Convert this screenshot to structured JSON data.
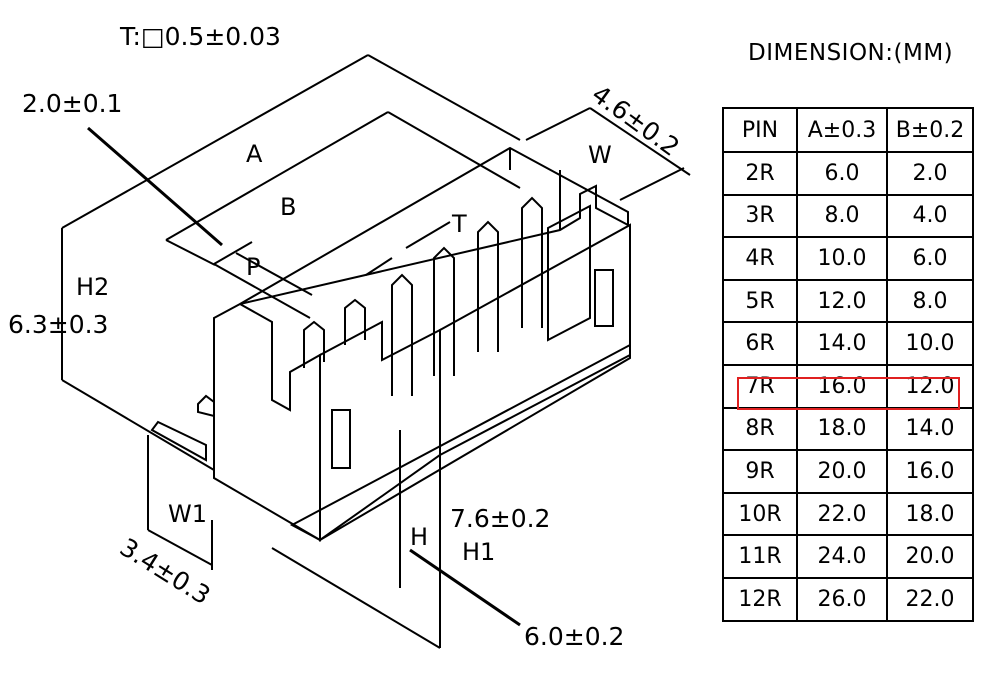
{
  "drawing": {
    "thickness_note": "T:□0.5±0.03",
    "pin_pitch": "2.0±0.1",
    "dim_a": "A",
    "dim_b": "B",
    "dim_p": "P",
    "dim_t": "T",
    "dim_w": "W",
    "width_value": "4.6±0.2",
    "h2_label": "H2",
    "h2_value": "6.3±0.3",
    "w1_label": "W1",
    "w1_value": "3.4±0.3",
    "h_label": "H",
    "h1_label": "H1",
    "h1_value": "7.6±0.2",
    "h_value": "6.0±0.2"
  },
  "table": {
    "title": "DIMENSION:(MM)",
    "headers": [
      "PIN",
      "A±0.3",
      "B±0.2"
    ],
    "rows": [
      [
        "2R",
        "6.0",
        "2.0"
      ],
      [
        "3R",
        "8.0",
        "4.0"
      ],
      [
        "4R",
        "10.0",
        "6.0"
      ],
      [
        "5R",
        "12.0",
        "8.0"
      ],
      [
        "6R",
        "14.0",
        "10.0"
      ],
      [
        "7R",
        "16.0",
        "12.0"
      ],
      [
        "8R",
        "18.0",
        "14.0"
      ],
      [
        "9R",
        "20.0",
        "16.0"
      ],
      [
        "10R",
        "22.0",
        "18.0"
      ],
      [
        "11R",
        "24.0",
        "20.0"
      ],
      [
        "12R",
        "26.0",
        "22.0"
      ]
    ],
    "highlighted_row": "7R",
    "highlight_color": "#e02020"
  }
}
